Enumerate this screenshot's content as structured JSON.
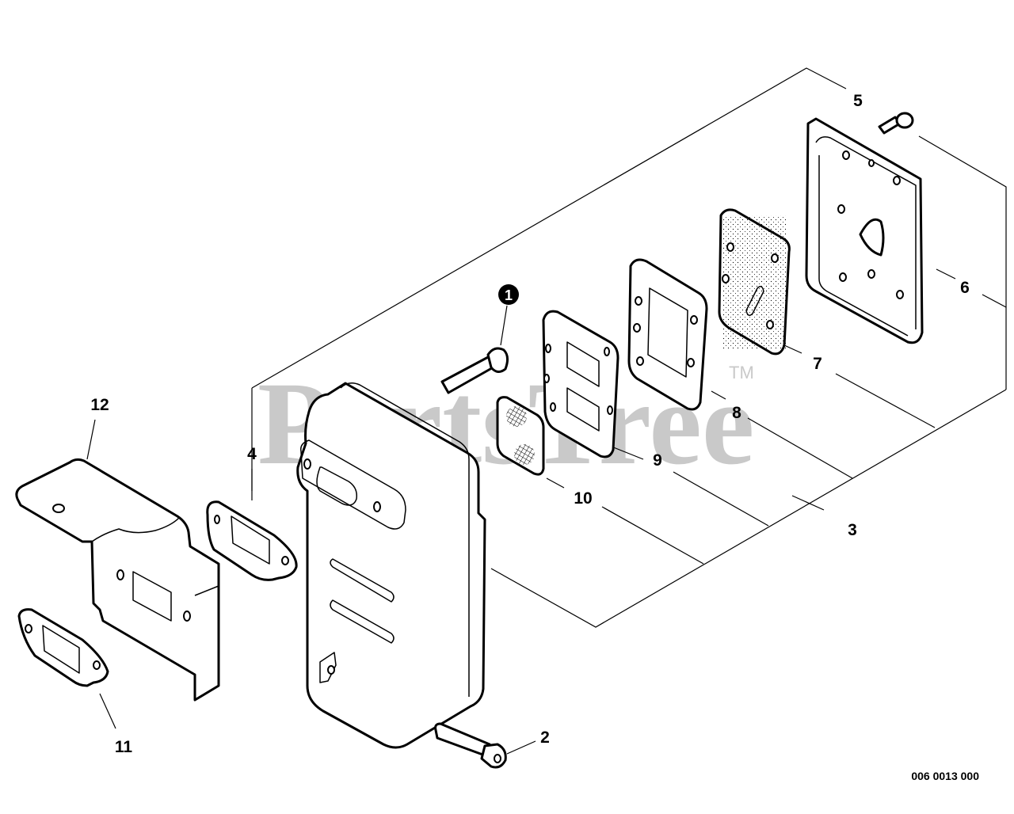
{
  "diagram": {
    "title": "Muffler exploded parts diagram",
    "watermark": "PartsTree",
    "trademark": "TM",
    "reference_number": "006 0013 000",
    "highlight_marker": "1",
    "callouts": [
      {
        "id": "1",
        "part": "bolt (highlighted)"
      },
      {
        "id": "2",
        "part": "socket head bolt"
      },
      {
        "id": "3",
        "part": "muffler assembly group"
      },
      {
        "id": "4",
        "part": "muffler gasket"
      },
      {
        "id": "5",
        "part": "small bolt"
      },
      {
        "id": "6",
        "part": "muffler cover plate"
      },
      {
        "id": "7",
        "part": "plate gasket"
      },
      {
        "id": "8",
        "part": "gasket"
      },
      {
        "id": "9",
        "part": "baffle plate"
      },
      {
        "id": "10",
        "part": "spark arrestor screen"
      },
      {
        "id": "11",
        "part": "exhaust gasket"
      },
      {
        "id": "12",
        "part": "heat shield bracket"
      }
    ],
    "labels": {
      "l1": "1",
      "l2": "2",
      "l3": "3",
      "l4": "4",
      "l5": "5",
      "l6": "6",
      "l7": "7",
      "l8": "8",
      "l9": "9",
      "l10": "10",
      "l11": "11",
      "l12": "12"
    }
  }
}
